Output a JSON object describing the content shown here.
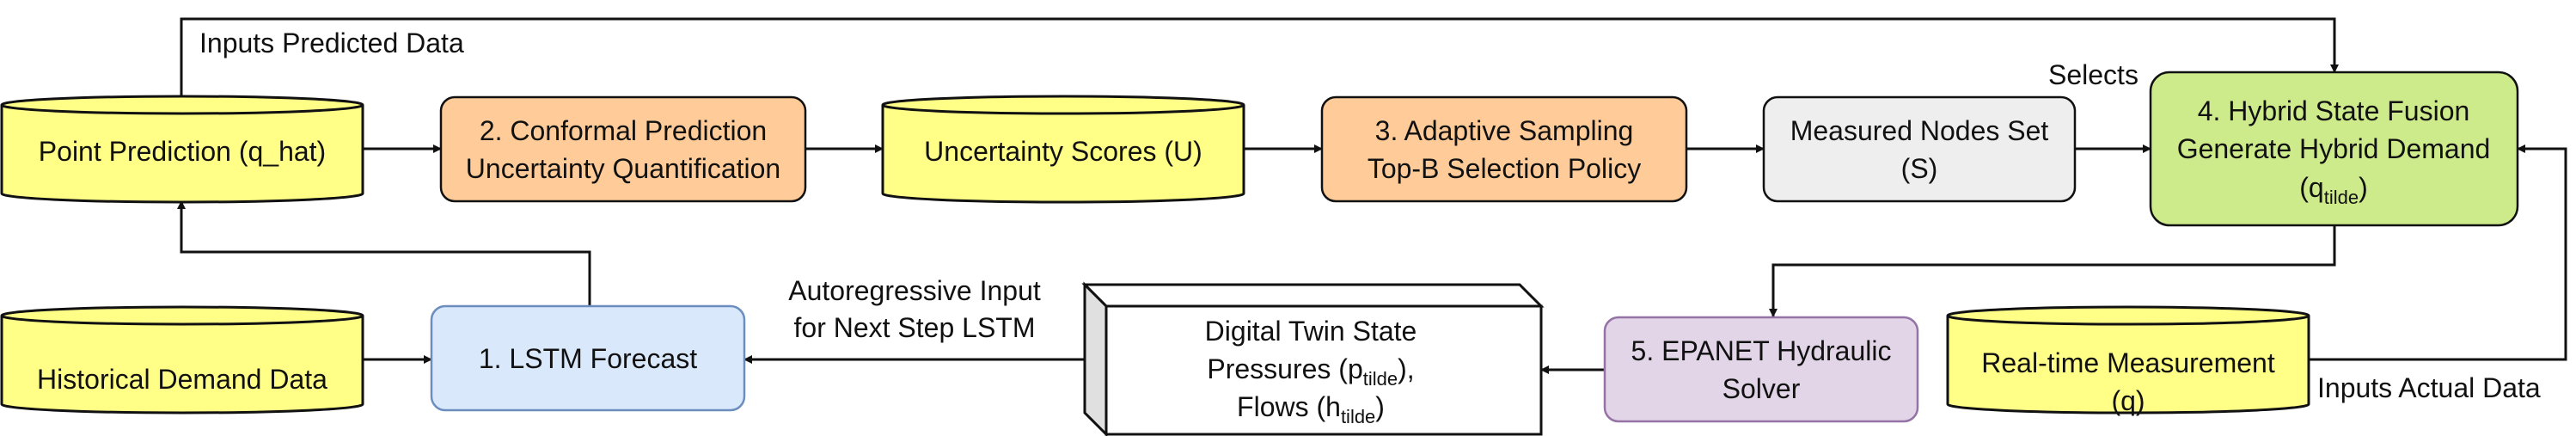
{
  "colors": {
    "cylinder_fill": "#ffff88",
    "orange_fill": "#ffcc99",
    "blue_fill": "#dae8fc",
    "green_fill": "#cdeb8b",
    "purple_fill": "#e1d5e7",
    "gray_fill": "#eeeeee",
    "stroke": "#111111"
  },
  "nodes": {
    "point_prediction": {
      "label": "Point Prediction (q_hat)"
    },
    "historical_demand": {
      "label": "Historical Demand Data"
    },
    "conformal": {
      "line1": "2. Conformal Prediction",
      "line2": "Uncertainty Quantification"
    },
    "uncertainty_scores": {
      "label": "Uncertainty Scores (U)"
    },
    "adaptive_sampling": {
      "line1": "3. Adaptive Sampling",
      "line2": "Top-B Selection Policy"
    },
    "measured_nodes": {
      "line1": "Measured Nodes Set",
      "line2": "(S)"
    },
    "hybrid_fusion": {
      "line1": "4. Hybrid State Fusion",
      "line2": "Generate Hybrid Demand",
      "line3_base": "(q",
      "line3_sub": "tilde",
      "line3_end": ")"
    },
    "lstm": {
      "label": "1. LSTM Forecast"
    },
    "digital_twin": {
      "line1": "Digital Twin State",
      "line2_base": "Pressures (p",
      "line2_sub": "tilde",
      "line2_end": "),",
      "line3_base": "Flows (h",
      "line3_sub": "tilde",
      "line3_end": ")"
    },
    "epanet": {
      "line1": "5. EPANET Hydraulic",
      "line2": "Solver"
    },
    "realtime": {
      "line1": "Real-time Measurement",
      "line2": "(q)"
    }
  },
  "edges": {
    "inputs_predicted": "Inputs Predicted Data",
    "selects": "Selects",
    "autoregressive_line1": "Autoregressive Input",
    "autoregressive_line2": "for Next Step LSTM",
    "inputs_actual": "Inputs Actual Data"
  }
}
